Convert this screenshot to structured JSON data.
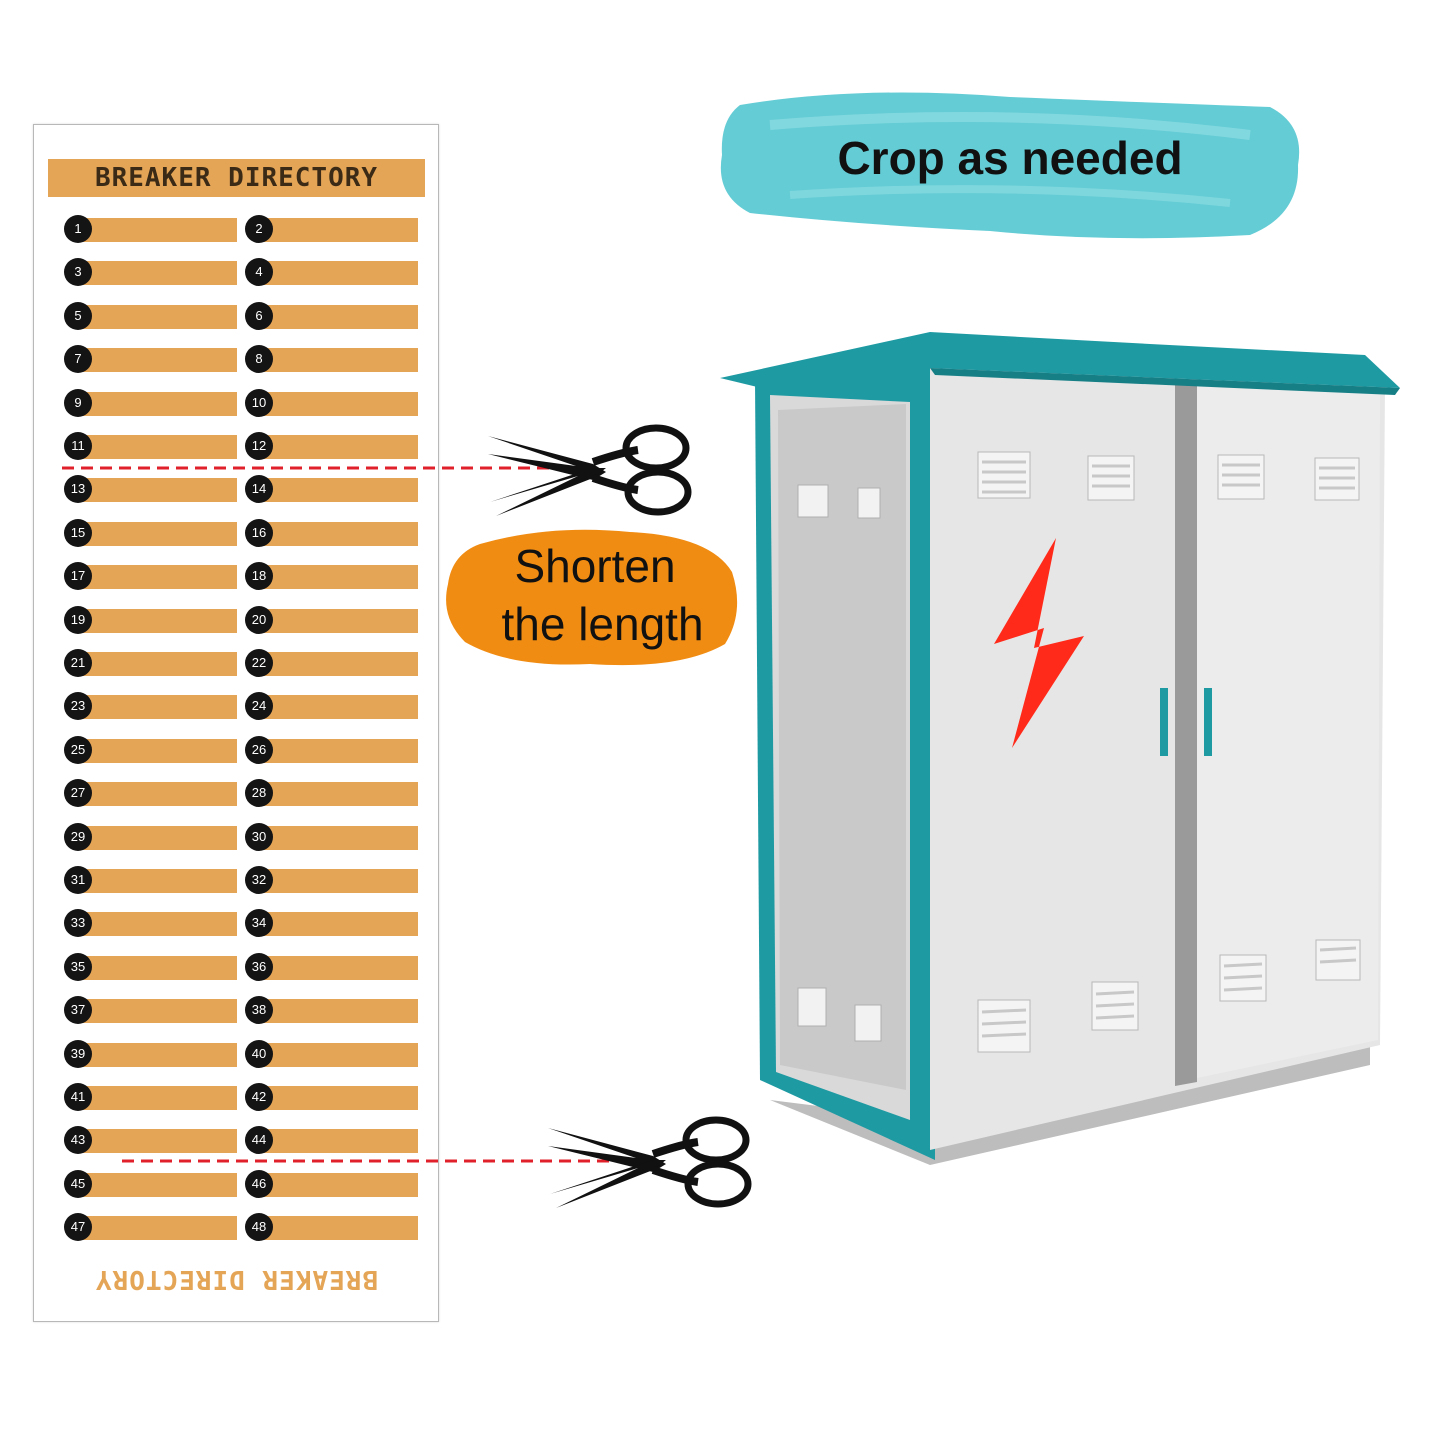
{
  "directory": {
    "title": "BREAKER DIRECTORY",
    "footer_title": "BREAKER DIRECTORY",
    "entries": [
      "1",
      "2",
      "3",
      "4",
      "5",
      "6",
      "7",
      "8",
      "9",
      "10",
      "11",
      "12",
      "13",
      "14",
      "15",
      "16",
      "17",
      "18",
      "19",
      "20",
      "21",
      "22",
      "23",
      "24",
      "25",
      "26",
      "27",
      "28",
      "29",
      "30",
      "31",
      "32",
      "33",
      "34",
      "35",
      "36",
      "37",
      "38",
      "39",
      "40",
      "41",
      "42",
      "43",
      "44",
      "45",
      "46",
      "47",
      "48"
    ]
  },
  "callouts": {
    "crop": "Crop as needed",
    "shorten_line1": "Shorten",
    "shorten_line2": "the length"
  },
  "colors": {
    "label_fill": "#e4a557",
    "crop_brush": "#5cc9d3",
    "shorten_brush": "#f18c12",
    "cabinet_teal": "#1e9aa3",
    "cut_line": "#e0202a",
    "bolt": "#ff2a1a"
  },
  "icons": [
    "scissors-icon",
    "lightning-bolt-icon"
  ]
}
